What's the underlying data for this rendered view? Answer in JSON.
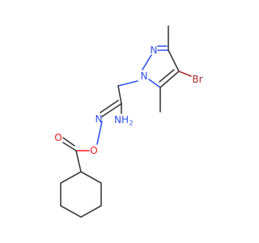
{
  "molecule": {
    "atoms": {
      "n_ring_1": "N",
      "n_ring_2": "N",
      "bromine": "Br",
      "amidine_n": "N",
      "amine": "NH",
      "amine_h2": "2",
      "oxime_o": "O",
      "carbonyl_o": "O"
    },
    "colors": {
      "carbon_bond": "#3a3a3a",
      "nitrogen": "#3050f8",
      "oxygen": "#ff1a1a",
      "bromine": "#a52a2a"
    }
  }
}
